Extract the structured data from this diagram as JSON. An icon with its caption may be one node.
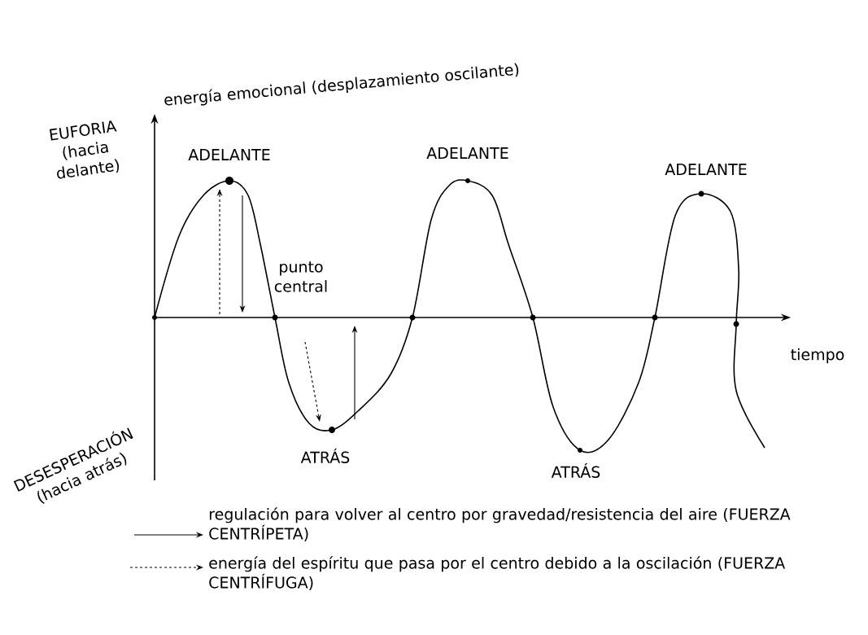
{
  "diagram": {
    "labels": [
      "energía emocional (desplazamiento oscilante)",
      "EUFORIA (hacia delante)",
      "ADELANTE",
      "ADELANTE",
      "ADELANTE",
      "punto central",
      "tiempo",
      "DESESPERACIÓN (hacia atrás)",
      "ATRÁS",
      "ATRÁS"
    ],
    "legend": [
      {
        "text": "regulación para volver al centro por gravedad/resistencia del aire (FUERZA CENTRÍPETA)"
      },
      {
        "text": "energía del espíritu que pasa por el centro debido a la oscilación (FUERZA CENTRÍFUGA)"
      }
    ]
  }
}
